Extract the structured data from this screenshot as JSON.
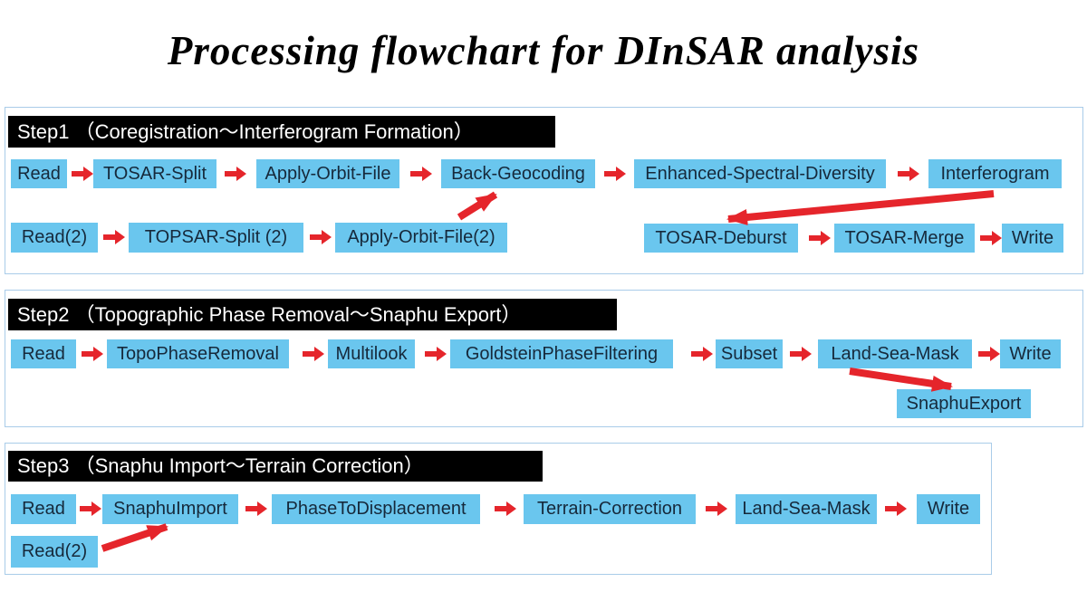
{
  "title": "Processing flowchart for DInSAR analysis",
  "colors": {
    "box_fill": "#6ac6ee",
    "box_text": "#16293b",
    "arrow_red": "#e5252b",
    "panel_border": "#a9cce9",
    "header_bg": "#000000",
    "header_text": "#ffffff"
  },
  "icons": {
    "arrow_right": "red-right-block-arrow",
    "arrow_diagonal": "red-diagonal-arrow"
  },
  "steps": [
    {
      "header": "Step1 （Coregistration～Interferogram Formation）",
      "boxes": {
        "read": "Read",
        "tosar_split": "TOSAR-Split",
        "apply_orbit_file": "Apply-Orbit-File",
        "back_geocoding": "Back-Geocoding",
        "enhanced_spectral_diversity": "Enhanced-Spectral-Diversity",
        "interferogram": "Interferogram",
        "read2": "Read(2)",
        "topsar_split2": "TOPSAR-Split (2)",
        "apply_orbit_file2": "Apply-Orbit-File(2)",
        "tosar_deburst": "TOSAR-Deburst",
        "tosar_merge": "TOSAR-Merge",
        "write": "Write"
      }
    },
    {
      "header": "Step2 （Topographic Phase Removal～Snaphu Export）",
      "boxes": {
        "read": "Read",
        "topo_phase_removal": "TopoPhaseRemoval",
        "multilook": "Multilook",
        "goldstein_phase_filtering": "GoldsteinPhaseFiltering",
        "subset": "Subset",
        "land_sea_mask": "Land-Sea-Mask",
        "write": "Write",
        "snaphu_export": "SnaphuExport"
      }
    },
    {
      "header": "Step3 （Snaphu Import～Terrain Correction）",
      "boxes": {
        "read": "Read",
        "snaphu_import": "SnaphuImport",
        "phase_to_displacement": "PhaseToDisplacement",
        "terrain_correction": "Terrain-Correction",
        "land_sea_mask": "Land-Sea-Mask",
        "write": "Write",
        "read2": "Read(2)"
      }
    }
  ]
}
